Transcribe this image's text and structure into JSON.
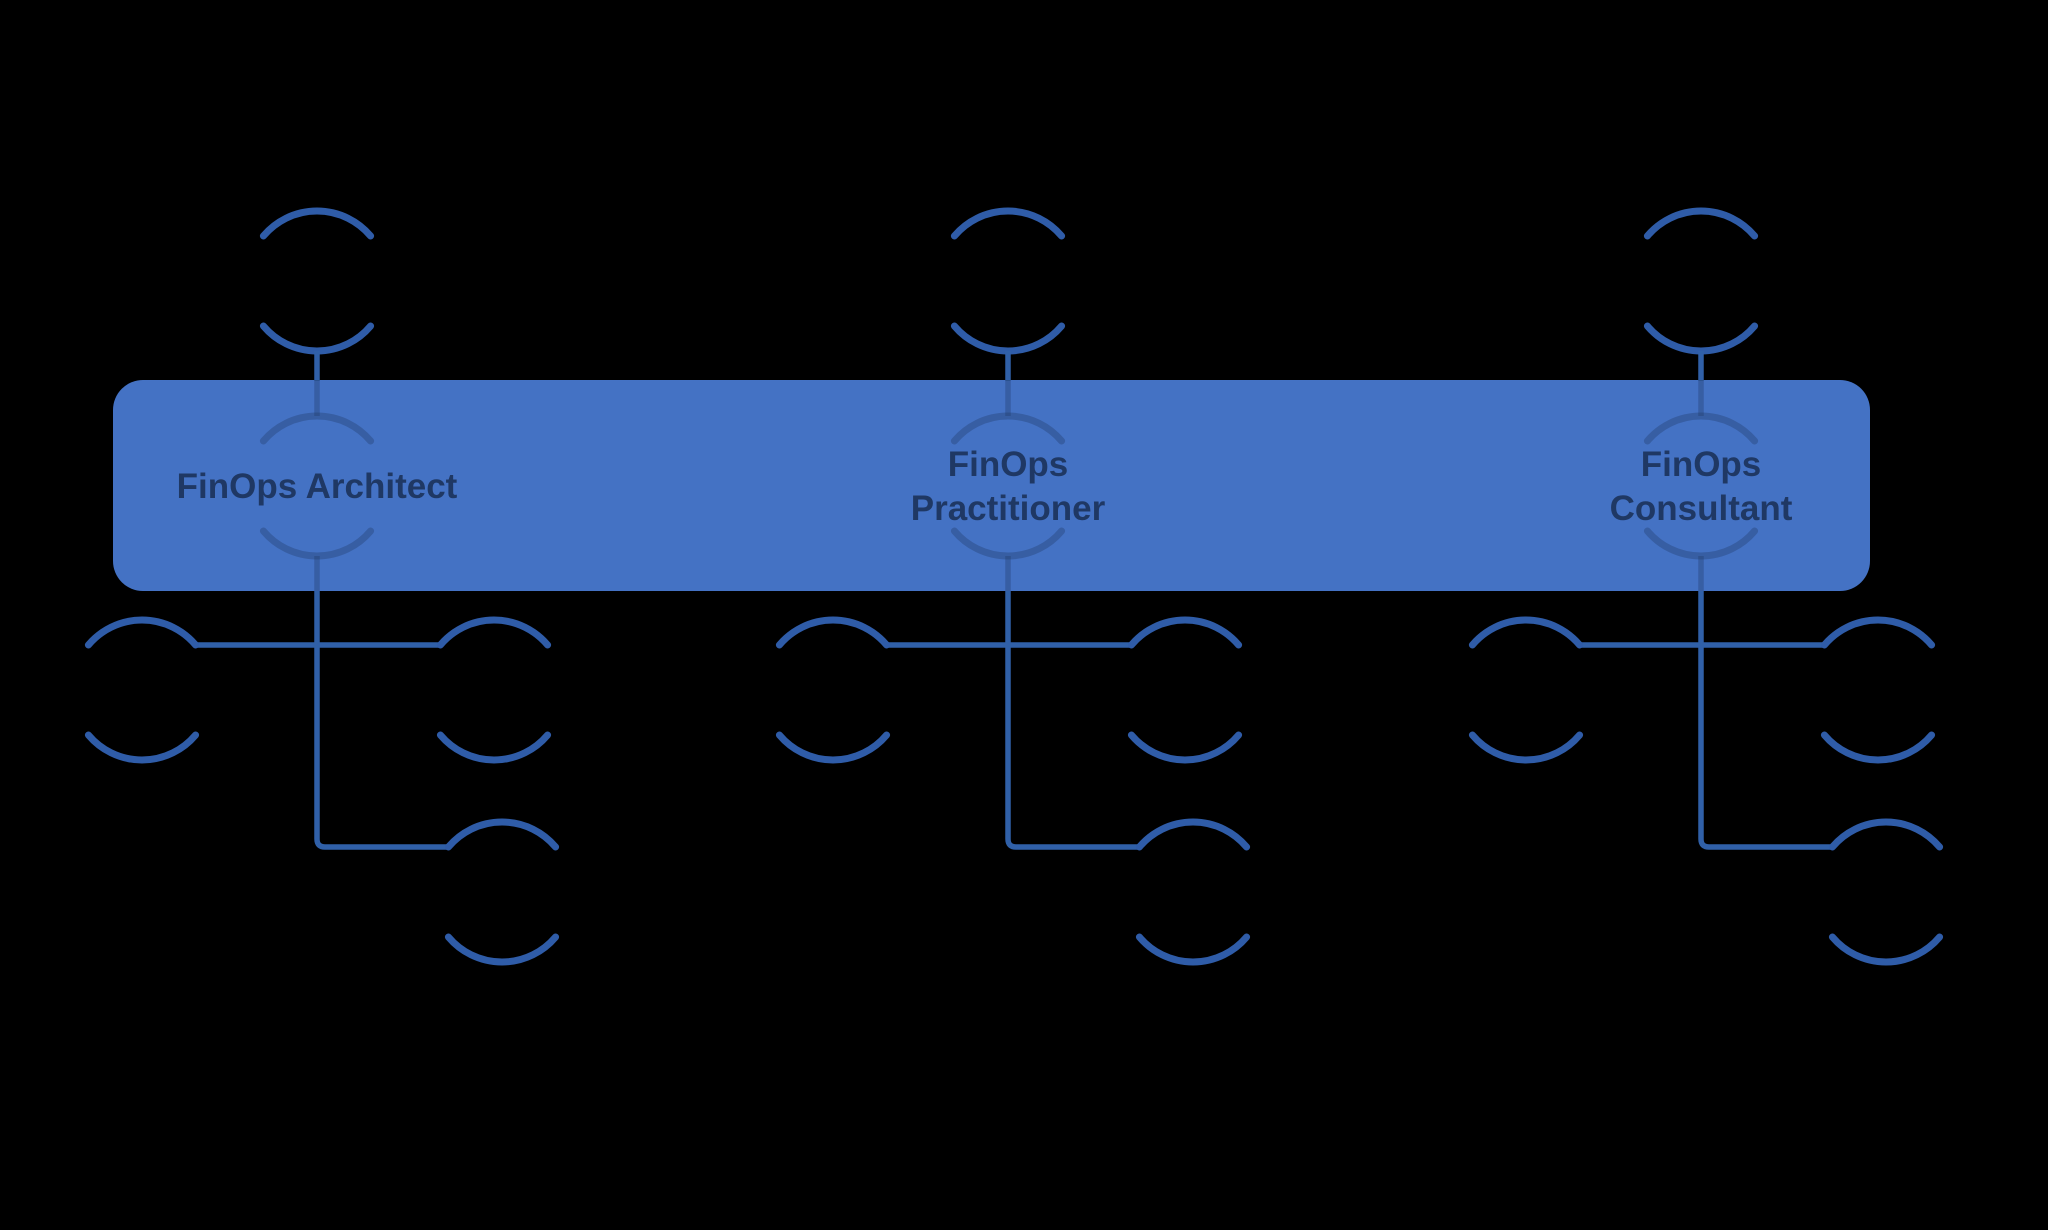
{
  "diagram": {
    "kind": "finops-certification-paths-org-chart",
    "background_color": "#000000"
  },
  "bar": {
    "fill_color": "#4472C4"
  },
  "colors": {
    "connector_stroke": "#3060A8",
    "circle_stroke": "#2F5CA8",
    "faint_stroke": "rgba(31,56,100,0.34)",
    "label_text": "#1F3864"
  },
  "columns": [
    {
      "id": "finops-architect",
      "label": "FinOps Architect",
      "label_lines": [
        "FinOps Architect"
      ]
    },
    {
      "id": "finops-practitioner",
      "label": "FinOps Practitioner",
      "label_lines": [
        "FinOps",
        "Practitioner"
      ]
    },
    {
      "id": "finops-consultant",
      "label": "FinOps Consultant",
      "label_lines": [
        "FinOps",
        "Consultant"
      ]
    }
  ]
}
